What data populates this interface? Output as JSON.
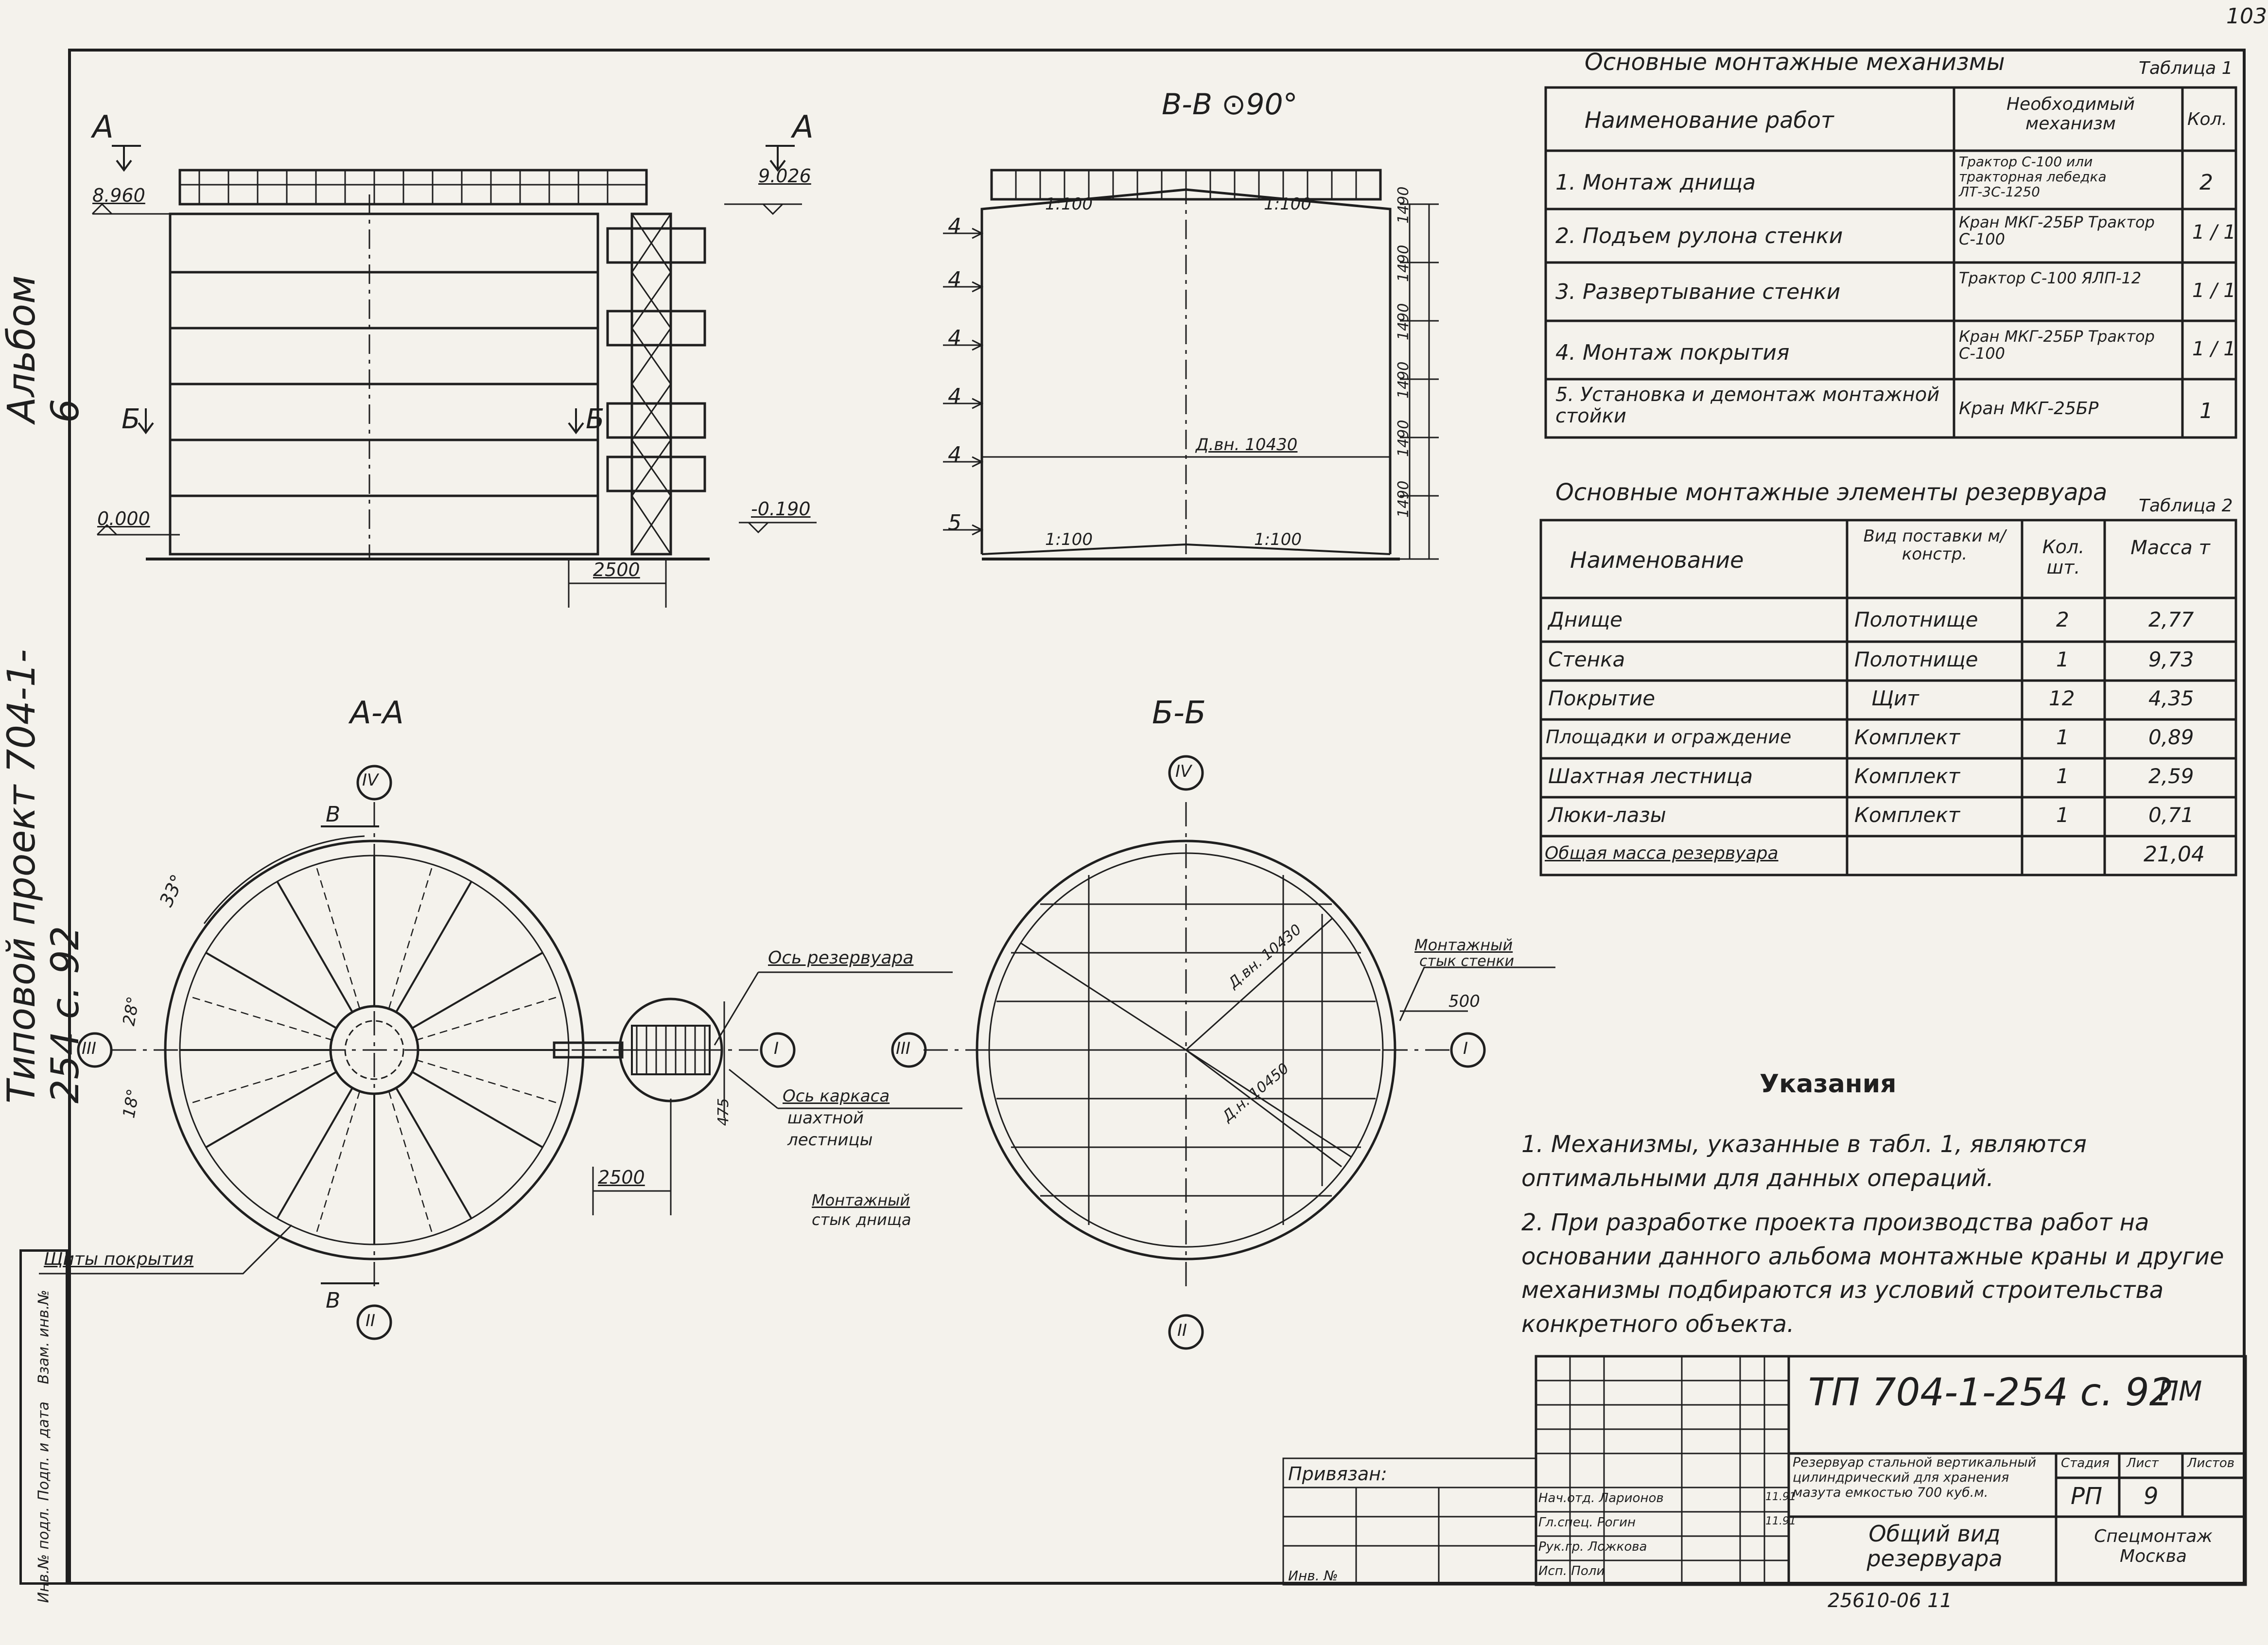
{
  "page_number": "103",
  "side": {
    "album": "Альбом 6",
    "project": "Типовой проект 704-1-254 с. 92"
  },
  "views": {
    "facade_title_left": "А",
    "facade_title_right": "А",
    "elev_top_left": "8.960",
    "elev_top_right": "9.026",
    "elev_zero": "0.000",
    "elev_low": "-0.190",
    "dim_2500_facade": "2500",
    "section_b_left": "Б",
    "section_b_right": "Б",
    "bb_title": "В-В ⊙90°",
    "slope_1": "1:100",
    "slope_2": "1:100",
    "slope_3": "1:100",
    "slope_4": "1:100",
    "inner_diam": "Д.вн. 10430",
    "belt_marks": [
      "4",
      "4",
      "4",
      "4",
      "4",
      "5"
    ],
    "belt_heights": [
      "1490",
      "1490",
      "1490",
      "1490",
      "1490",
      "1490"
    ],
    "aa_title": "А-А",
    "bb2_title": "Б-Б",
    "axis_I": "I",
    "axis_II": "II",
    "axis_III": "III",
    "axis_IV": "IV",
    "angle_33": "33°",
    "angle_28": "28°",
    "angle_18": "18°",
    "label_axis_tank": "Ось резервуара",
    "label_axis_frame_1": "Ось каркаса",
    "label_axis_frame_2": "шахтной",
    "label_axis_frame_3": "лестницы",
    "dim_475": "475",
    "dim_2500_plan": "2500",
    "label_bottom_stand_1": "Монтажный",
    "label_bottom_stand_2": "стык днища",
    "label_roof_shields": "Щиты покрытия",
    "label_wall_joint_1": "Монтажный",
    "label_wall_joint_2": "стык стенки",
    "dim_500": "500",
    "diam_1": "Д.вн. 10430",
    "diam_2": "Д.н. 10450",
    "cut_B": "В"
  },
  "table1": {
    "caption": "Основные монтажные механизмы",
    "label": "Таблица 1",
    "headers": [
      "Наименование работ",
      "Необходимый механизм",
      "Кол."
    ],
    "rows": [
      {
        "work": "1. Монтаж днища",
        "mech": "Трактор С-100 или тракторная лебедка ЛТ-3С-1250",
        "qty": "2"
      },
      {
        "work": "2. Подъем рулона стенки",
        "mech": "Кран МКГ-25БР Трактор С-100",
        "qty": "1 / 1"
      },
      {
        "work": "3. Развертывание стенки",
        "mech": "Трактор С-100 ЯЛП-12",
        "qty": "1 / 1"
      },
      {
        "work": "4. Монтаж покрытия",
        "mech": "Кран МКГ-25БР Трактор С-100",
        "qty": "1 / 1"
      },
      {
        "work": "5. Установка и демонтаж монтажной стойки",
        "mech": "Кран МКГ-25БР",
        "qty": "1"
      }
    ]
  },
  "table2": {
    "caption": "Основные монтажные элементы резервуара",
    "label": "Таблица 2",
    "headers": [
      "Наименование",
      "Вид поставки м/констр.",
      "Кол. шт.",
      "Масса т"
    ],
    "rows": [
      {
        "name": "Днище",
        "kind": "Полотнище",
        "qty": "2",
        "mass": "2,77"
      },
      {
        "name": "Стенка",
        "kind": "Полотнище",
        "qty": "1",
        "mass": "9,73"
      },
      {
        "name": "Покрытие",
        "kind": "Щит",
        "qty": "12",
        "mass": "4,35"
      },
      {
        "name": "Площадки и ограждение",
        "kind": "Комплект",
        "qty": "1",
        "mass": "0,89"
      },
      {
        "name": "Шахтная лестница",
        "kind": "Комплект",
        "qty": "1",
        "mass": "2,59"
      },
      {
        "name": "Люки-лазы",
        "kind": "Комплект",
        "qty": "1",
        "mass": "0,71"
      }
    ],
    "total_label": "Общая масса резервуара",
    "total_mass": "21,04"
  },
  "notes": {
    "title": "Указания",
    "p1": "1. Механизмы, указанные в табл. 1, являются оптимальными для данных операций.",
    "p2": "2. При разработке проекта производства работ на основании данного альбома монтажные краны и другие механизмы подбираются из условий строительства конкретного объекта."
  },
  "stamp": {
    "code": "ТП 704-1-254 с. 92",
    "sheet_mark": "ПМ",
    "desc": "Резервуар стальной вертикальный цилиндрический для хранения мазута емкостью 700 куб.м.",
    "stage_h": "Стадия",
    "sheet_h": "Лист",
    "sheets_h": "Листов",
    "stage": "РП",
    "sheet": "9",
    "title": "Общий вид резервуара",
    "org": "Спецмонтаж Москва",
    "applied": "Привязан:",
    "inv": "Инв. №",
    "people": [
      "Нач.отд. Ларионов",
      "Гл.спец. Рогин",
      "Рук.гр. Ложкова",
      "Исп. Поли"
    ],
    "dates": [
      "11.91",
      "11.91"
    ],
    "bottom_num": "25610-06   11"
  },
  "left_stamp": [
    "Инв.№ подл.",
    "Подп. и дата",
    "Взам. инв.№"
  ]
}
